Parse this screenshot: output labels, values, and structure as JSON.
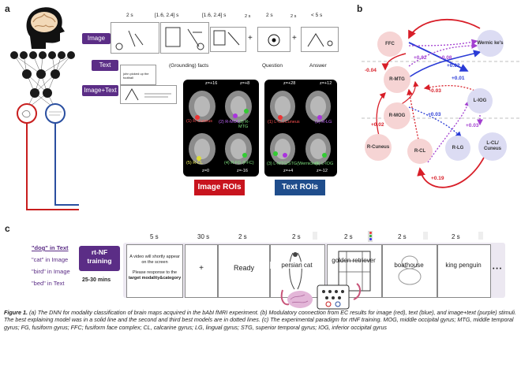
{
  "panel_a": {
    "letter": "a",
    "times": [
      "2 s",
      "[1.6, 2.4] s",
      "[1.6, 2.4] s",
      "2 s",
      "2 s",
      "2 s",
      "< 5 s"
    ],
    "buttons": {
      "image": "Image",
      "text": "Text",
      "image_text": "Image+Text"
    },
    "stage_labels": {
      "grounding": "(Grounding) facts",
      "question": "Question",
      "answer": "Answer"
    },
    "tiny_text": "john picked up the football",
    "image_box": {
      "roi_button": "Image ROIs",
      "z_labels": [
        "z=+16",
        "z=+8",
        "z=0",
        "z=-16"
      ],
      "region_labels": [
        "(1) R-Cuneus",
        "(2) R-MOG",
        "(3) R-MTG",
        "(5) R-CL",
        "(4) R-FG (FFC)"
      ]
    },
    "text_box": {
      "roi_button": "Text ROIs",
      "z_labels": [
        "z=+28",
        "z=+12",
        "z=+4",
        "z=-12"
      ],
      "region_labels": [
        "(1) L-CL/Cuneus",
        "(2) R-LG",
        "(3) L-MTG/STG(Wernicke)",
        "(4) L-IOG"
      ]
    }
  },
  "panel_b": {
    "letter": "b",
    "nodes": [
      "FFC",
      "Wernic ke's",
      "R-MTG",
      "R-MOG",
      "L-IOG",
      "R-Cuneus",
      "R-CL",
      "R-LG",
      "L-CL/ Cuneus"
    ],
    "edge_labels": [
      "+0.02",
      "+0.08",
      "+0.02",
      "+0.01",
      "-0.04",
      "-0.03",
      "+0.03",
      "+0.02",
      "+0.03",
      "+0.19"
    ],
    "colors": {
      "image": "#d81e28",
      "text": "#2a3bd6",
      "image_text": "#a23fd0"
    }
  },
  "panel_c": {
    "letter": "c",
    "conditions": [
      "\"dog\" in Text",
      "\"cat\" in Image",
      "\"bird\" in Image",
      "\"bed\" in Text"
    ],
    "training": {
      "label": "rt-NF training",
      "duration": "25-30 mins"
    },
    "times": [
      "5 s",
      "30 s",
      "2 s",
      "2 s",
      "2 s",
      "2 s",
      "2 s"
    ],
    "instruction": {
      "line1": "A video will shortly appear on the screen",
      "line2": "Please response to the",
      "line3": "target modality&category"
    },
    "fixation": "+",
    "ready": "Ready",
    "frames": [
      "persian cat",
      "golden retriever",
      "boathouse",
      "king penguin"
    ],
    "ellipsis": "• • •"
  },
  "caption": {
    "title": "Figure 1.",
    "body": "(a) The DNN for modality classification of brain maps acquired in the bAbI fMRI experiment. (b) Modulatory connection from EC results for image (red), text (blue), and image+text (purple) stimuli. The best explaining model was in a solid line and the second and third best models are in dotted lines. (c) The experimental paradigm for rtNF training. MOG, middle occipital gyrus; MTG, middle temporal gyrus; FG, fusiform gyrus; FFC; fusiform face complex; CL, calcarine gyrus; LG, lingual gyrus; STG, superior temporal gyrus; IOG, inferior occipital gyrus"
  }
}
